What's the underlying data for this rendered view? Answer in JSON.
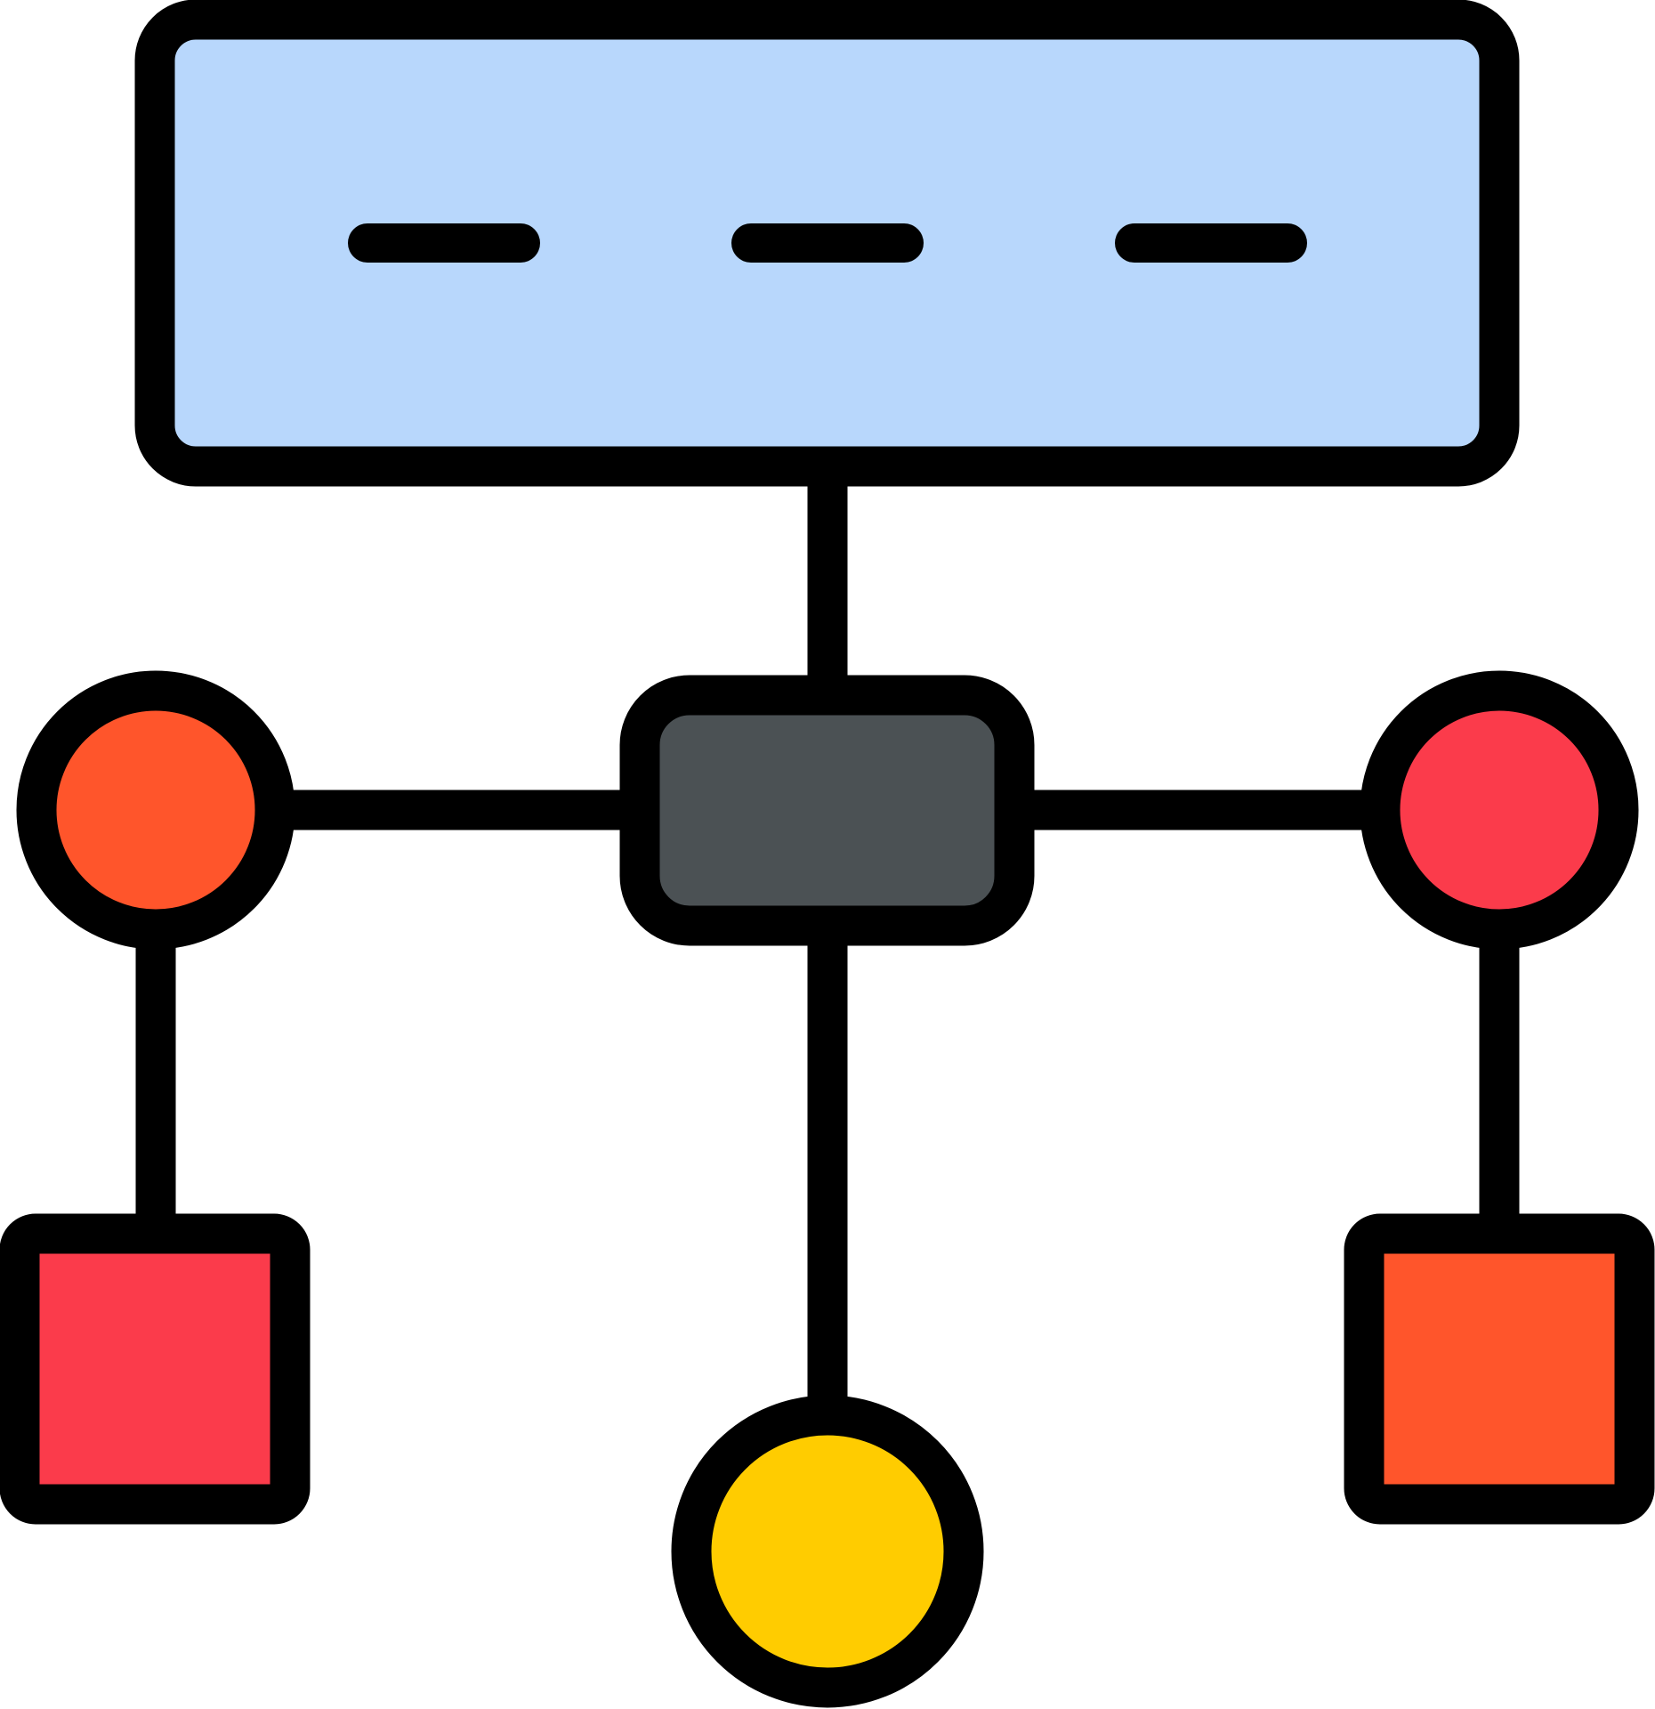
{
  "diagram": {
    "kind": "hierarchy-network-icon",
    "stroke_color": "#000000",
    "background": "#ffffff",
    "nodes": [
      {
        "id": "top-panel",
        "shape": "rounded-rect",
        "fill": "#b8d7fc",
        "icon": "dash-lines"
      },
      {
        "id": "center-hub",
        "shape": "rounded-rect",
        "fill": "#4b5154"
      },
      {
        "id": "left-circle",
        "shape": "circle",
        "fill": "#ff552b"
      },
      {
        "id": "right-circle",
        "shape": "circle",
        "fill": "#fb3b4b"
      },
      {
        "id": "left-square",
        "shape": "rounded-rect",
        "fill": "#fb3b4b"
      },
      {
        "id": "right-square",
        "shape": "rounded-rect",
        "fill": "#ff552b"
      },
      {
        "id": "bottom-circle",
        "shape": "circle",
        "fill": "#ffcc00"
      }
    ],
    "edges": [
      {
        "from": "top-panel",
        "to": "center-hub"
      },
      {
        "from": "center-hub",
        "to": "left-circle"
      },
      {
        "from": "center-hub",
        "to": "right-circle"
      },
      {
        "from": "center-hub",
        "to": "bottom-circle"
      },
      {
        "from": "left-circle",
        "to": "left-square"
      },
      {
        "from": "right-circle",
        "to": "right-square"
      }
    ]
  }
}
